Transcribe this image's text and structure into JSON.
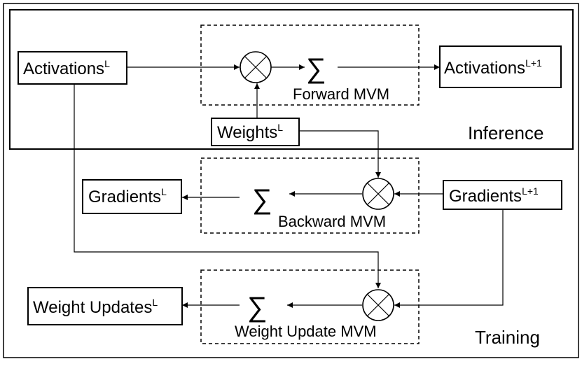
{
  "regions": {
    "inference": "Inference",
    "training": "Training"
  },
  "blocks": {
    "forward": "Forward MVM",
    "backward": "Backward MVM",
    "update": "Weight Update MVM"
  },
  "nodes": {
    "activations_in": {
      "base": "Activations",
      "sup": "L"
    },
    "activations_out": {
      "base": "Activations",
      "sup": "L+1"
    },
    "weights": {
      "base": "Weights",
      "sup": "L"
    },
    "gradients_out": {
      "base": "Gradients",
      "sup": "L"
    },
    "gradients_in": {
      "base": "Gradients",
      "sup": "L+1"
    },
    "weight_updates": {
      "base": "Weight Updates",
      "sup": "L"
    }
  },
  "symbols": {
    "sum": "∑"
  }
}
